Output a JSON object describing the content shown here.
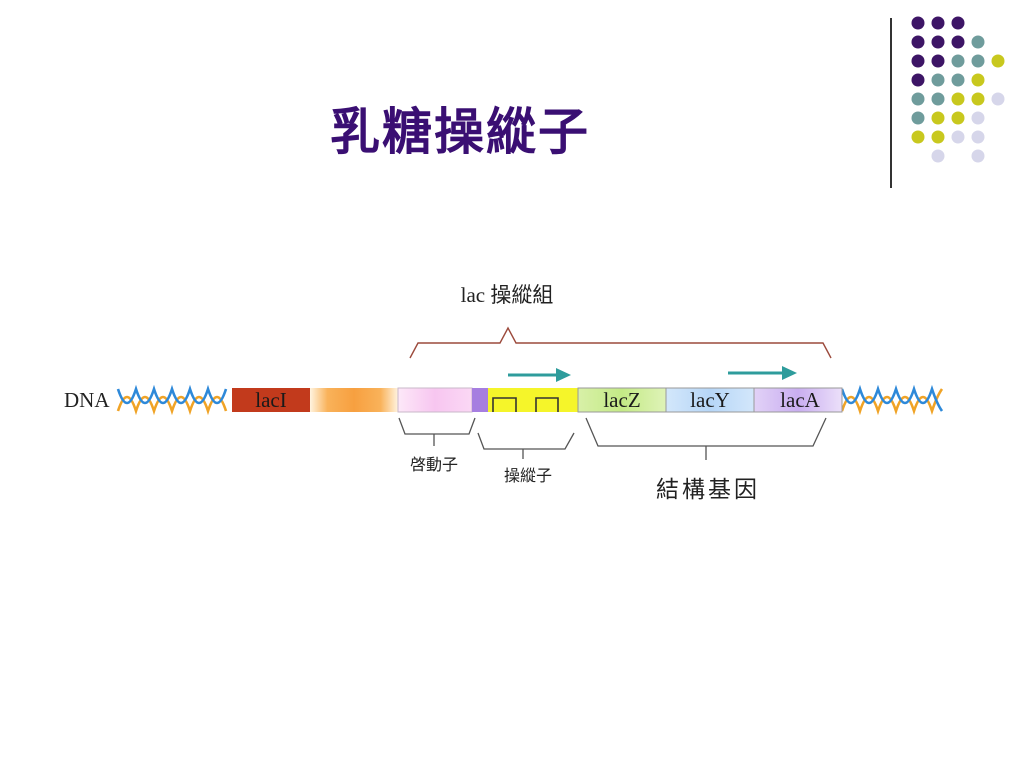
{
  "slide": {
    "title": "乳糖操縱子"
  },
  "colors": {
    "title": "#3a0f73",
    "dot_purple": "#3d1566",
    "dot_teal": "#6f9c9c",
    "dot_yellow": "#c8c81e",
    "dot_lavender": "#d6d6ea",
    "arrow": "#2e9c9c"
  },
  "diagram": {
    "operon_label": "lac 操縱組",
    "dna_label": "DNA",
    "genes": {
      "lacI": "lacI",
      "lacZ": "lacZ",
      "lacY": "lacY",
      "lacA": "lacA"
    },
    "regions": {
      "promoter": "啓動子",
      "operator": "操縱子",
      "structural": "結構基因"
    }
  }
}
